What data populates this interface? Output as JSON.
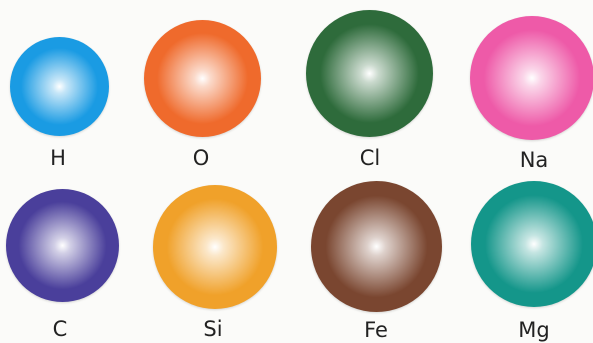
{
  "atoms": [
    {
      "symbol": "H",
      "color": "#1a9be3"
    },
    {
      "symbol": "O",
      "color": "#ef6a2c"
    },
    {
      "symbol": "Cl",
      "color": "#2e6b3b"
    },
    {
      "symbol": "Na",
      "color": "#ee5aa8"
    },
    {
      "symbol": "C",
      "color": "#4a3f9b"
    },
    {
      "symbol": "Si",
      "color": "#f0a12a"
    },
    {
      "symbol": "Fe",
      "color": "#7a4630"
    },
    {
      "symbol": "Mg",
      "color": "#14968a"
    }
  ]
}
